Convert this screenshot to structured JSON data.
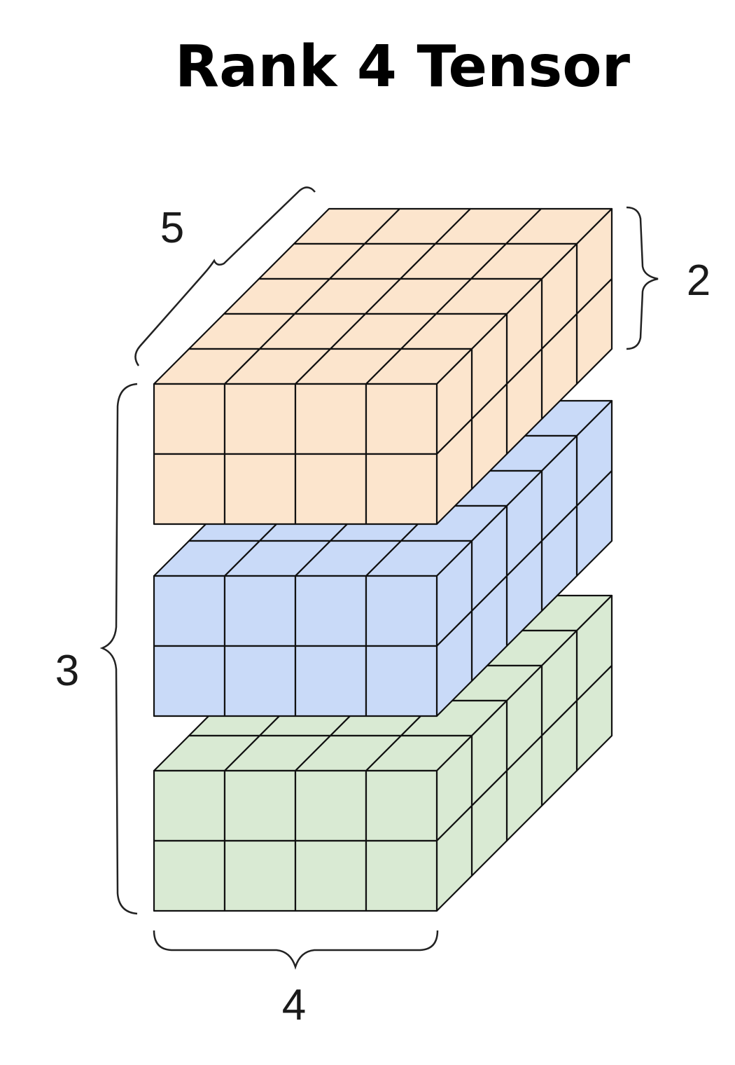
{
  "title": "Rank 4 Tensor",
  "dimensions": {
    "depth": "5",
    "height": "2",
    "stack": "3",
    "width": "4"
  },
  "tensor": {
    "blocks": 3,
    "rows": 2,
    "cols": 4,
    "depth": 5
  },
  "colors": {
    "top_block": "#fce5cd",
    "middle_block": "#c9daf8",
    "bottom_block": "#d9ead3",
    "grid_line": "#111111",
    "brace": "#222222"
  }
}
